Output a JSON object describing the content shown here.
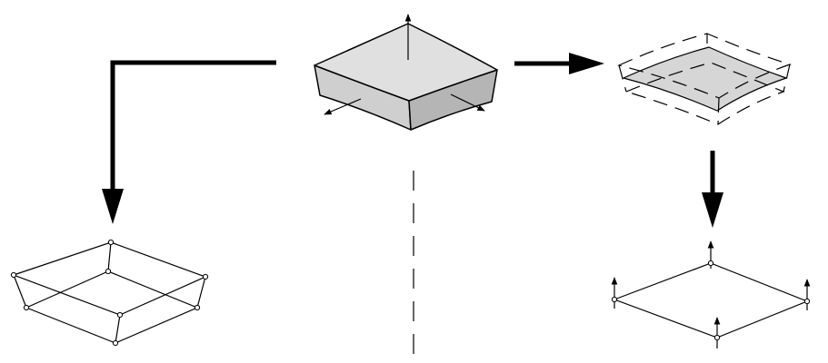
{
  "diagram": {
    "colors": {
      "stroke": "#000000",
      "slab_top": "#e0e0e0",
      "slab_side": "#cfcfcf",
      "slab_side_dark": "#b5b5b5",
      "shell_fill": "#d6d6d6",
      "node_fill": "#ffffff",
      "background": "#ffffff"
    },
    "panels": [
      {
        "id": "solid-slab",
        "description_icon": "curved-3d-slab-with-direction-arrows"
      },
      {
        "id": "solid-mesh",
        "description_icon": "wireframe-box-with-nodes"
      },
      {
        "id": "midsurface-shell",
        "description_icon": "midsurface-with-thickness-outline"
      },
      {
        "id": "shell-element",
        "description_icon": "quad-element-with-node-normals"
      }
    ],
    "flows": [
      {
        "from": "solid-slab",
        "to": "solid-mesh"
      },
      {
        "from": "solid-slab",
        "to": "midsurface-shell"
      },
      {
        "from": "midsurface-shell",
        "to": "shell-element"
      }
    ]
  }
}
